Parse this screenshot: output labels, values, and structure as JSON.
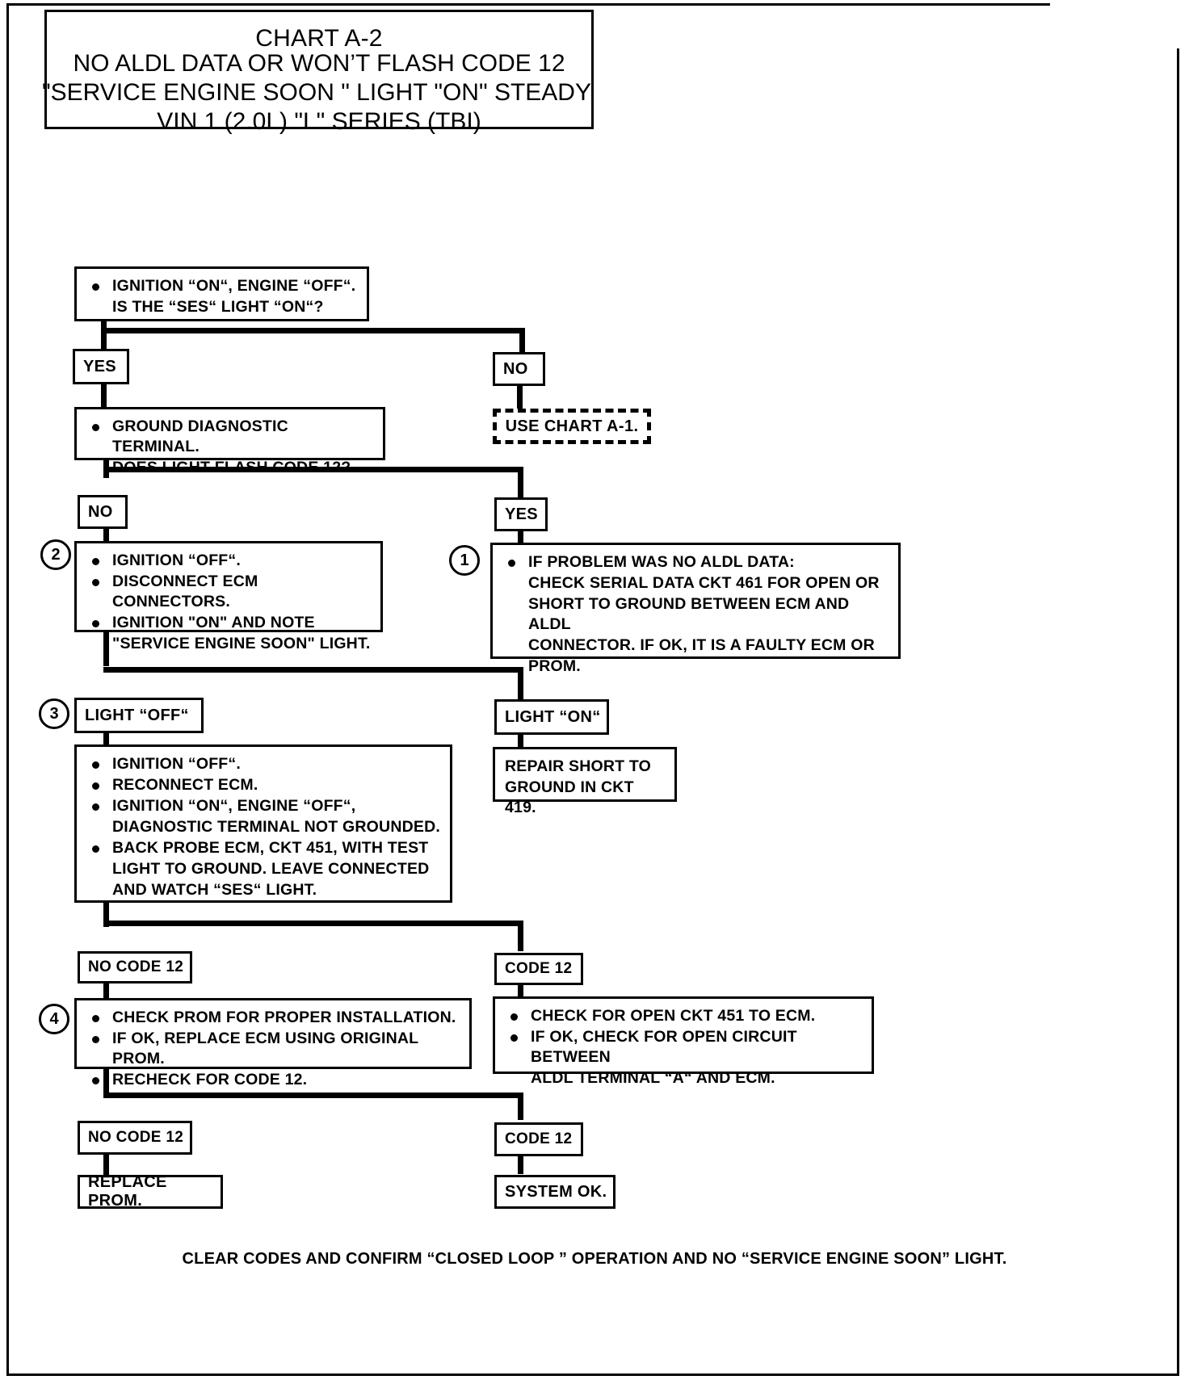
{
  "chart": {
    "title_lines": [
      "CHART A-2",
      "NO ALDL DATA OR WON’T FLASH CODE 12",
      "\"SERVICE ENGINE SOON \" LIGHT \"ON\" STEADY",
      "VIN 1  (2.0L) \"L\" SERIES (TBI)"
    ]
  },
  "steps": {
    "q1": {
      "lines": [
        "IGNITION “ON“, ENGINE “OFF“.",
        "IS THE “SES“ LIGHT “ON“?"
      ]
    },
    "q1_yes": "YES",
    "q1_no": "NO",
    "use_chart": "USE  CHART A-1.",
    "q2": {
      "lines": [
        "GROUND DIAGNOSTIC TERMINAL.",
        "DOES LIGHT FLASH CODE 12?"
      ]
    },
    "q2_no": "NO",
    "q2_yes": "YES",
    "box2": {
      "marker": "2",
      "lines": [
        "IGNITION “OFF“.",
        "DISCONNECT ECM CONNECTORS.",
        "IGNITION \"ON\" AND NOTE",
        "\"SERVICE ENGINE SOON\" LIGHT."
      ]
    },
    "box1": {
      "marker": "1",
      "lines": [
        "IF PROBLEM WAS NO ALDL DATA:",
        "CHECK SERIAL DATA CKT 461 FOR OPEN OR",
        "SHORT TO GROUND BETWEEN ECM AND ALDL",
        "CONNECTOR. IF OK, IT IS A FAULTY ECM OR",
        "PROM."
      ]
    },
    "light_off": "LIGHT “OFF“",
    "light_on": "LIGHT “ON“",
    "repair_short": {
      "lines": [
        "REPAIR SHORT TO",
        "GROUND IN CKT 419."
      ]
    },
    "box3": {
      "marker": "3",
      "lines": [
        "IGNITION “OFF“.",
        "RECONNECT ECM.",
        "IGNITION “ON“, ENGINE “OFF“,",
        "DIAGNOSTIC TERMINAL NOT GROUNDED.",
        "BACK PROBE ECM, CKT 451, WITH TEST",
        "LIGHT TO GROUND.  LEAVE CONNECTED",
        "AND WATCH “SES“ LIGHT."
      ]
    },
    "no_code_12_a": "NO CODE 12",
    "code_12_a": "CODE 12",
    "box4": {
      "marker": "4",
      "lines": [
        "CHECK PROM FOR PROPER INSTALLATION.",
        "IF OK, REPLACE ECM USING ORIGINAL PROM.",
        "RECHECK FOR CODE 12."
      ]
    },
    "box_open_ckt": {
      "lines": [
        "CHECK FOR OPEN CKT 451 TO ECM.",
        "IF OK, CHECK FOR OPEN CIRCUIT BETWEEN",
        "ALDL TERMINAL “A“ AND ECM."
      ]
    },
    "no_code_12_b": "NO CODE 12",
    "code_12_b": "CODE 12",
    "replace_prom": "REPLACE PROM.",
    "system_ok": "SYSTEM OK."
  },
  "footer": "CLEAR CODES AND CONFIRM “CLOSED LOOP ” OPERATION AND NO “SERVICE ENGINE SOON” LIGHT."
}
